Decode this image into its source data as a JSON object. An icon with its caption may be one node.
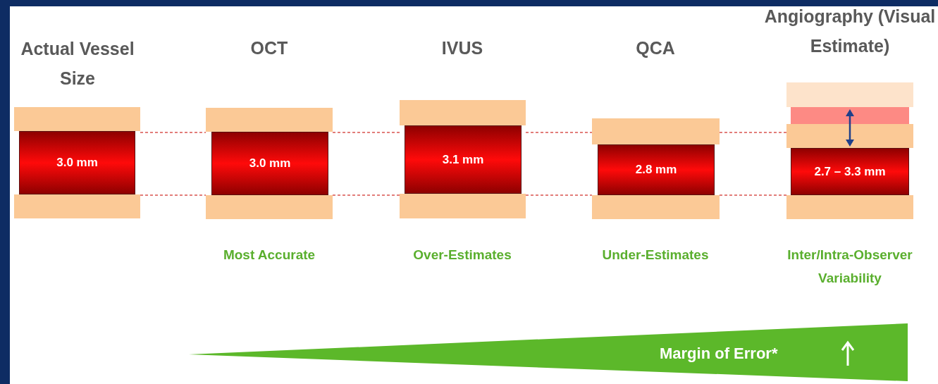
{
  "diagram": {
    "nodes": [
      {
        "text": [
          "Actual Vessel Size",
          "3.0 mm"
        ]
      },
      {
        "text": [
          "OCT",
          "3.0 mm"
        ],
        "beside": [
          "Most Accurate"
        ]
      },
      {
        "text": [
          "IVUS",
          "3.1 mm"
        ],
        "beside": [
          "Over-Estimates"
        ]
      },
      {
        "text": [
          "QCA",
          "2.8 mm"
        ],
        "beside": [
          "Under-Estimates"
        ]
      },
      {
        "text": [
          "Angiography (Visual Estimate)",
          "2.7 – 3.3 mm"
        ],
        "beside": [
          "Inter/Intra-Observer Variability"
        ]
      },
      {
        "text": [
          "Margin of Error*"
        ]
      }
    ],
    "edges": [
      {
        "from": 0,
        "to": 1,
        "arrow": "none",
        "style": "dashed",
        "color": "#d9534f"
      },
      {
        "from": 0,
        "to": 1,
        "arrow": "none",
        "style": "dashed",
        "color": "#d9534f"
      },
      {
        "from": 1,
        "to": 2,
        "arrow": "none",
        "style": "dashed",
        "color": "#d9534f"
      },
      {
        "from": 1,
        "to": 2,
        "arrow": "none",
        "style": "dashed",
        "color": "#d9534f"
      },
      {
        "from": 2,
        "to": 3,
        "arrow": "none",
        "style": "dashed",
        "color": "#d9534f"
      },
      {
        "from": 2,
        "to": 3,
        "arrow": "none",
        "style": "dashed",
        "color": "#d9534f"
      },
      {
        "from": 3,
        "to": 4,
        "arrow": "none",
        "style": "dashed",
        "color": "#d9534f"
      },
      {
        "from": 3,
        "to": 4,
        "arrow": "none",
        "style": "dashed",
        "color": "#d9534f"
      }
    ]
  }
}
